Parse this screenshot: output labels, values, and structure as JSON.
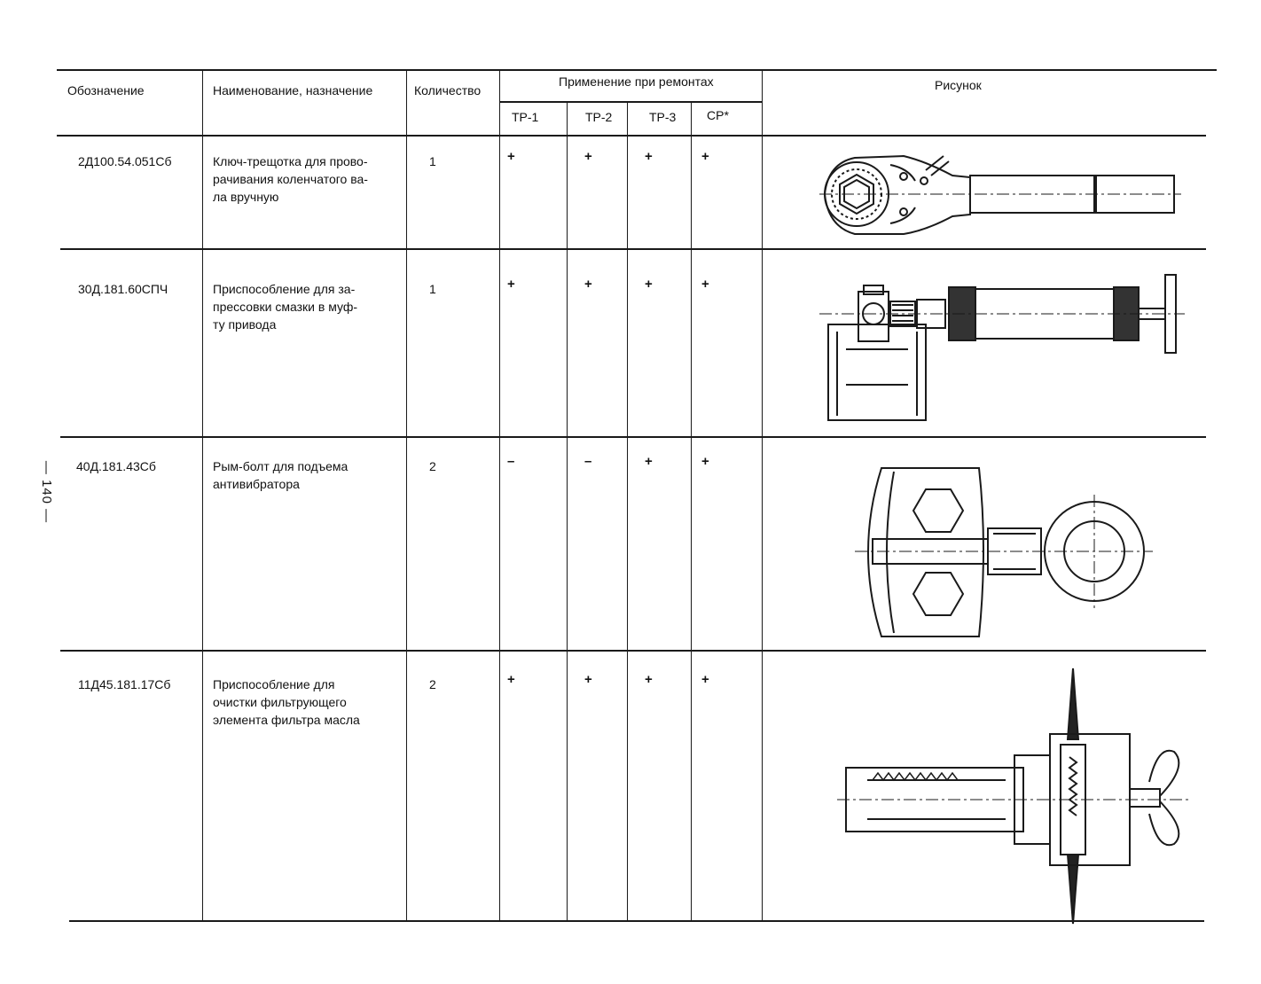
{
  "page": {
    "number": "— 140 —"
  },
  "table": {
    "headers": {
      "designation": "Обозначение",
      "name": "Наименование, назначение",
      "quantity": "Количество",
      "application": "Применение при ремонтах",
      "tr1": "ТР-1",
      "tr2": "ТР-2",
      "tr3": "ТР-3",
      "sr": "СР*",
      "figure": "Рисунок"
    },
    "rows": [
      {
        "designation": "2Д100.54.051Сб",
        "name": "Ключ-трещотка для прово-\nрачивания коленчатого ва-\nла вручную",
        "quantity": "1",
        "tr1": "+",
        "tr2": "+",
        "tr3": "+",
        "sr": "+",
        "figure_icon": "ratchet-wrench-drawing"
      },
      {
        "designation": "30Д.181.60СПЧ",
        "name": "Приспособление для за-\nпрессовки смазки в муф-\nту привода",
        "quantity": "1",
        "tr1": "+",
        "tr2": "+",
        "tr3": "+",
        "sr": "+",
        "figure_icon": "grease-press-drawing"
      },
      {
        "designation": "40Д.181.43Сб",
        "name": "Рым-болт для подъема\nантивибратора",
        "quantity": "2",
        "tr1": "–",
        "tr2": "–",
        "tr3": "+",
        "sr": "+",
        "figure_icon": "eye-bolt-drawing"
      },
      {
        "designation": "11Д45.181.17Сб",
        "name": "Приспособление для\nочистки фильтрующего\nэлемента фильтра масла",
        "quantity": "2",
        "tr1": "+",
        "tr2": "+",
        "tr3": "+",
        "sr": "+",
        "figure_icon": "filter-cleaner-drawing"
      }
    ]
  }
}
